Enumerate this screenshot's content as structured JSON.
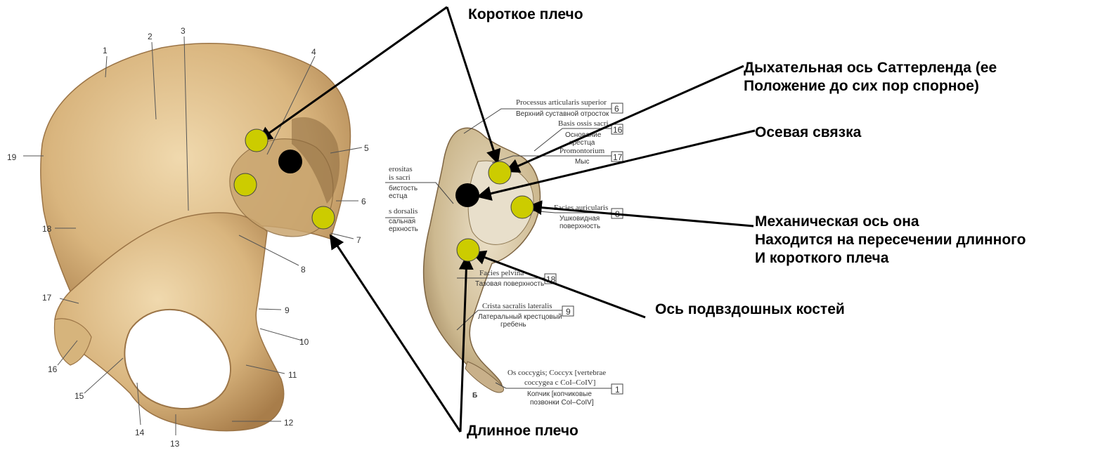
{
  "colors": {
    "marker_yellow": "#cccc00",
    "marker_black": "#000000",
    "bone": "#e2c592",
    "bone_dark": "#b8925c",
    "line": "#000000"
  },
  "ilium_numbers": [
    "1",
    "2",
    "3",
    "4",
    "5",
    "6",
    "7",
    "8",
    "9",
    "10",
    "11",
    "12",
    "13",
    "14",
    "15",
    "16",
    "17",
    "18",
    "19"
  ],
  "sacrum_labels": {
    "proc_art_latin": "Processus articularis superior",
    "proc_art_ru": "Верхний суставной отросток",
    "proc_art_num": "6",
    "basis_latin": "Basis ossis sacri",
    "basis_ru_1": "Основание",
    "basis_ru_2": "крестца",
    "basis_num": "16",
    "promont_latin": "Promontorium",
    "promont_ru": "Мыс",
    "promont_num": "17",
    "tuber_latin_1": "erositas",
    "tuber_latin_2": "is sacri",
    "tuber_ru_1": "бистость",
    "tuber_ru_2": "естца",
    "dors_latin": "s dorsalis",
    "dors_ru_1": "сальная",
    "dors_ru_2": "ерхность",
    "auric_latin": "Facies auricularis",
    "auric_ru_1": "Ушковидная",
    "auric_ru_2": "поверхность",
    "auric_num": "8",
    "pelv_latin": "Facies pelvina",
    "pelv_ru": "Тазовая поверхность",
    "pelv_num": "18",
    "crista_latin": "Crista sacralis lateralis",
    "crista_ru_1": "Латеральный крестцовый",
    "crista_ru_2": "гребень",
    "crista_num": "9",
    "cocc_latin_1": "Os coccygis; Coccyx [vertebrae",
    "cocc_latin_2": "coccygea с CoI–CoIV]",
    "cocc_ru_1": "Копчик [копчиковые",
    "cocc_ru_2": "позвонки CoI–CoIV]",
    "cocc_num": "1",
    "figure_letter": "Б"
  },
  "callouts": {
    "short_arm": "Короткое плечо",
    "breathing_axis_line1": "Дыхательная ось Саттерленда (ее",
    "breathing_axis_line2": "Положение до сих пор спорное)",
    "axial_ligament": "Осевая связка",
    "mechanical_axis_line1": "Механическая ось она",
    "mechanical_axis_line2": "Находится на пересечении длинного",
    "mechanical_axis_line3": "И короткого плеча",
    "iliac_axis": "Ось подвздошных костей",
    "long_arm": "Длинное плечо"
  }
}
